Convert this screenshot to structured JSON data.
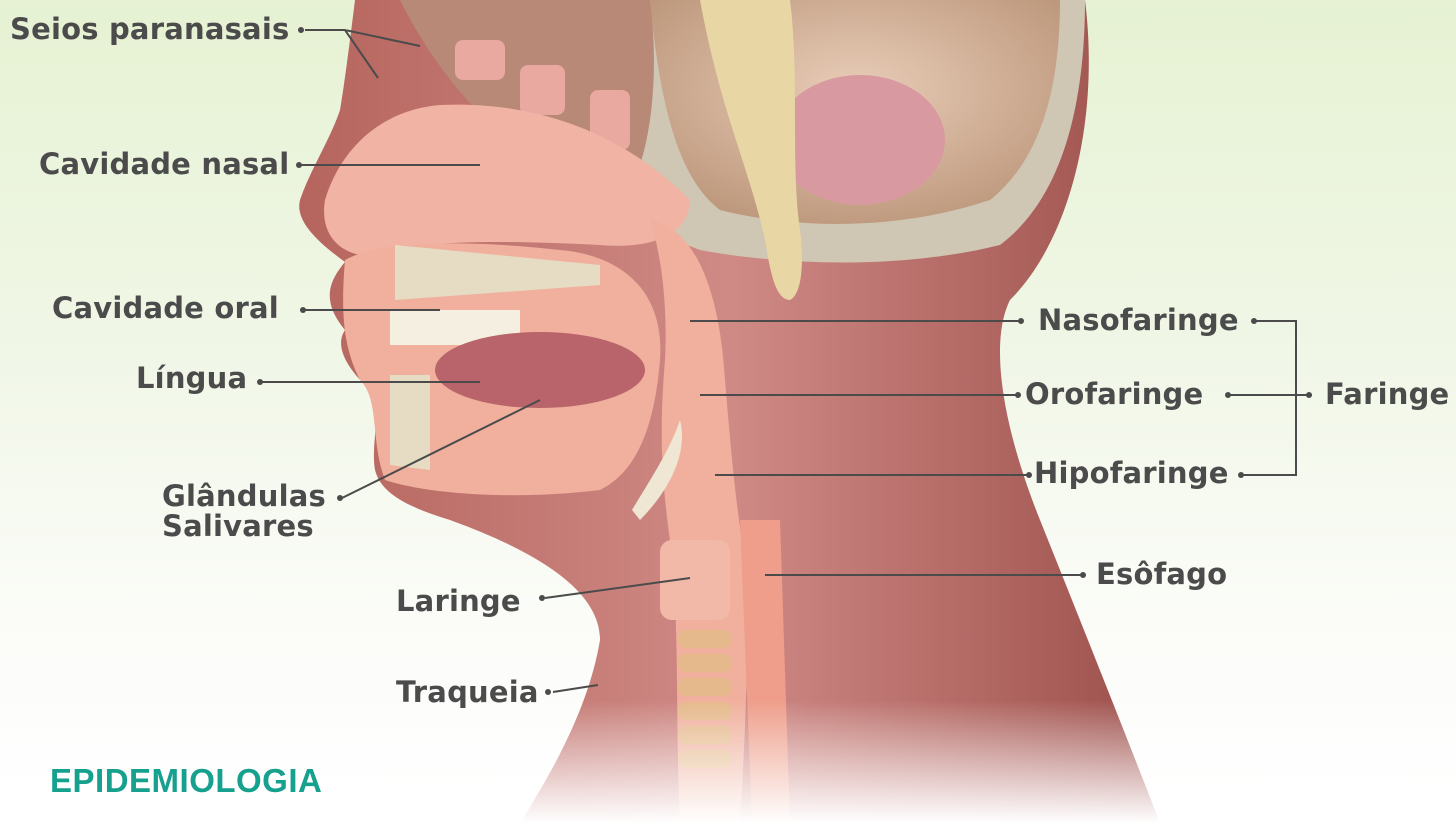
{
  "labels": {
    "seios": "Seios paranasais",
    "nasal": "Cavidade nasal",
    "oral": "Cavidade oral",
    "lingua": "Língua",
    "glandulas1": "Glândulas",
    "glandulas2": "Salivares",
    "laringe": "Laringe",
    "traqueia": "Traqueia",
    "nasofaringe": "Nasofaringe",
    "orofaringe": "Orofaringe",
    "hipofaringe": "Hipofaringe",
    "faringe": "Faringe",
    "esofago": "Esôfago"
  },
  "footer": {
    "title": "EPIDEMIOLOGIA"
  },
  "colors": {
    "label_text": "#4b4b4b",
    "footer_text": "#16a08e",
    "skin": "#c77a6b",
    "airway": "#f2b8a6",
    "brain": "#d9b89a",
    "bone": "#efe3bf"
  }
}
